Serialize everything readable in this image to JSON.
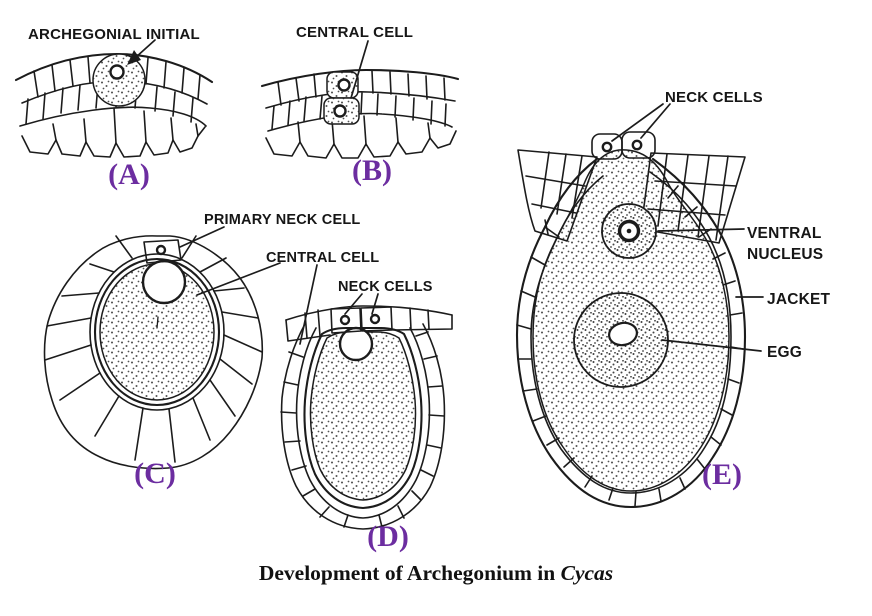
{
  "figure": {
    "caption": {
      "text": "Development of Archegonium in ",
      "species": "Cycas"
    },
    "stages": {
      "a": {
        "letter": "(A)",
        "label_archegonial_initial": "ARCHEGONIAL INITIAL"
      },
      "b": {
        "letter": "(B)",
        "label_central_cell": "CENTRAL CELL"
      },
      "c": {
        "letter": "(C)",
        "label_primary_neck_cell": "PRIMARY NECK CELL",
        "label_central_cell": "CENTRAL CELL"
      },
      "d": {
        "letter": "(D)",
        "label_neck_cells": "NECK CELLS"
      },
      "e": {
        "letter": "(E)",
        "label_neck_cells": "NECK CELLS",
        "label_ventral_nucleus_line1": "VENTRAL",
        "label_ventral_nucleus_line2": "NUCLEUS",
        "label_jacket": "JACKET",
        "label_egg": "EGG"
      }
    }
  },
  "colors": {
    "bg": "#ffffff",
    "line": "#1c1c1c",
    "label_text": "#161616",
    "stage_letter": "#6c2da0"
  }
}
